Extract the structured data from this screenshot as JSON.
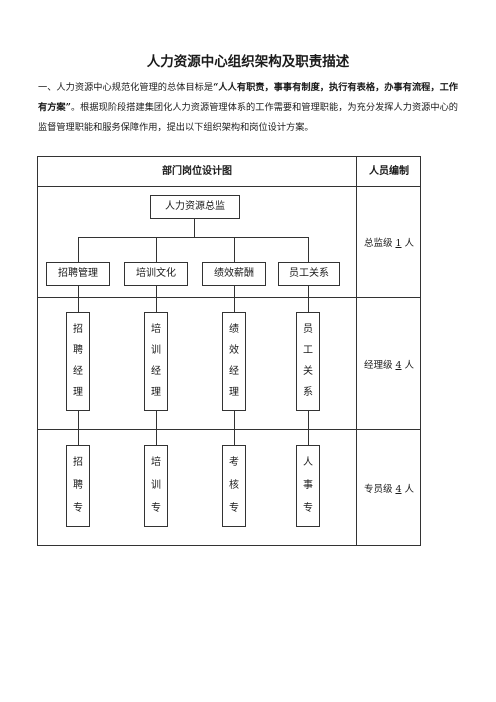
{
  "title": "人力资源中心组织架构及职责描述",
  "intro": {
    "part1": "一、人力资源中心规范化管理的总体目标是",
    "emphasis": "“人人有职责，事事有制度，执行有表格，办事有流程，工作有方案”",
    "part2": "。根据现阶段搭建集团化人力资源管理体系的工作需要和管理职能，为充分发挥人力资源中心的监督管理职能和服务保障作用，提出以下组织架构和岗位设计方案。"
  },
  "table": {
    "header_left": "部门岗位设计图",
    "header_right": "人员编制",
    "top_box": "人力资源总监",
    "level1": [
      "招聘管理",
      "培训文化",
      "绩效薪酬",
      "员工关系"
    ],
    "level2": [
      [
        "招",
        "聘",
        "经",
        "理"
      ],
      [
        "培",
        "训",
        "经",
        "理"
      ],
      [
        "绩",
        "效",
        "经",
        "理"
      ],
      [
        "员",
        "工",
        "关",
        "系"
      ]
    ],
    "level3": [
      [
        "招",
        "聘",
        "专"
      ],
      [
        "培",
        "训",
        "专"
      ],
      [
        "考",
        "核",
        "专"
      ],
      [
        "人",
        "事",
        "专"
      ]
    ],
    "staff": [
      {
        "prefix": "总监级 ",
        "num": "1",
        "suffix": " 人"
      },
      {
        "prefix": "经理级 ",
        "num": "4",
        "suffix": " 人"
      },
      {
        "prefix": "专员级 ",
        "num": "4",
        "suffix": " 人"
      }
    ]
  }
}
